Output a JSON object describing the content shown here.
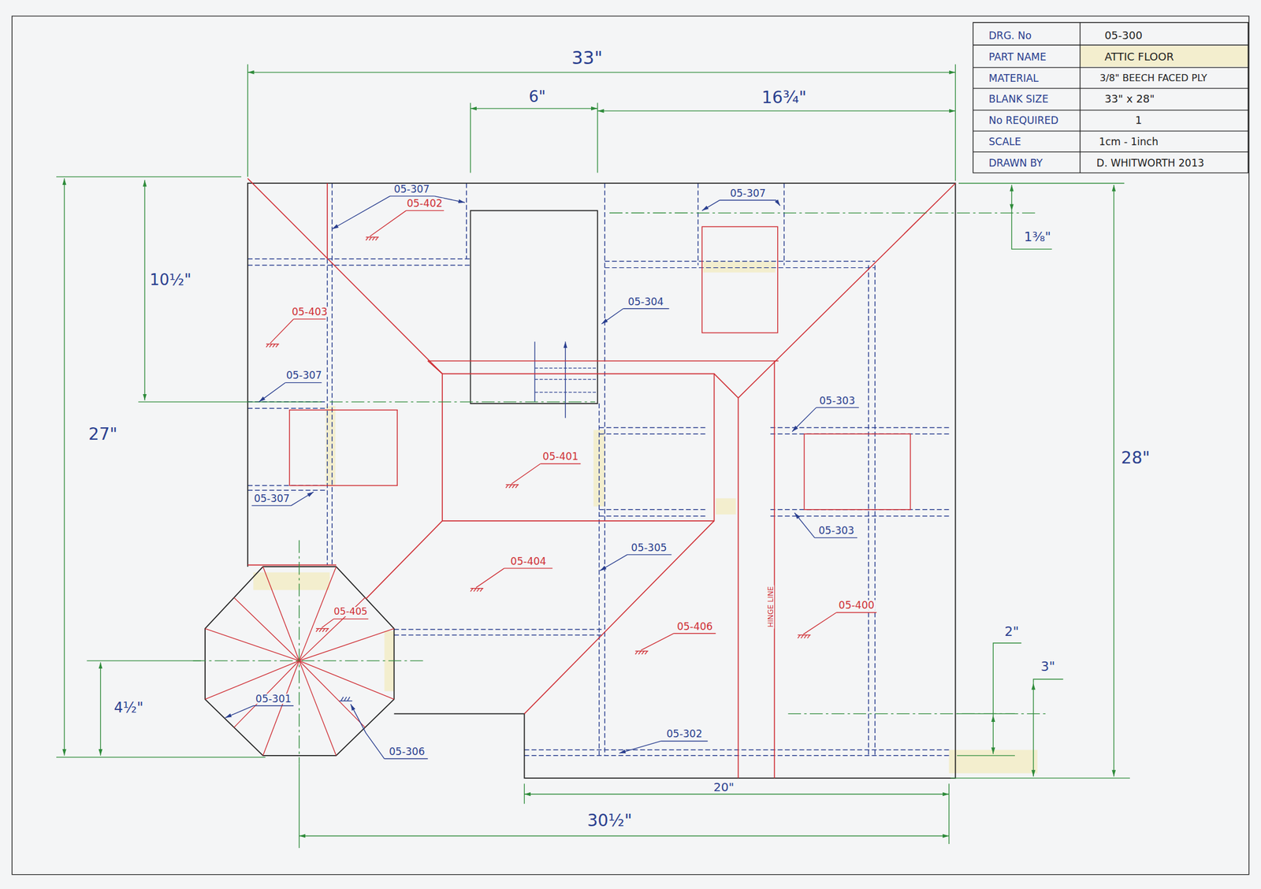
{
  "diagram": {
    "labels": [
      "DRG. No",
      "05-300",
      "PART NAME",
      "ATTIC FLOOR",
      "MATERIAL",
      "3/8\" BEECH FACED PLY",
      "BLANK SIZE",
      "33\" x 28\"",
      "No REQUIRED",
      "1",
      "SCALE",
      "1cm - 1inch",
      "DRAWN BY",
      "D. WHITWORTH 2013",
      "33\"",
      "6\"",
      "16¾\"",
      "10½\"",
      "27\"",
      "28\"",
      "1⅜\"",
      "4½\"",
      "2\"",
      "3\"",
      "20\"",
      "30½\"",
      "05-307",
      "05-402",
      "05-307",
      "05-304",
      "05-403",
      "05-307",
      "05-303",
      "05-401",
      "05-307",
      "05-303",
      "05-305",
      "05-404",
      "05-400",
      "HINGE LINE",
      "05-405",
      "05-406",
      "05-301",
      "05-302",
      "05-306"
    ]
  }
}
